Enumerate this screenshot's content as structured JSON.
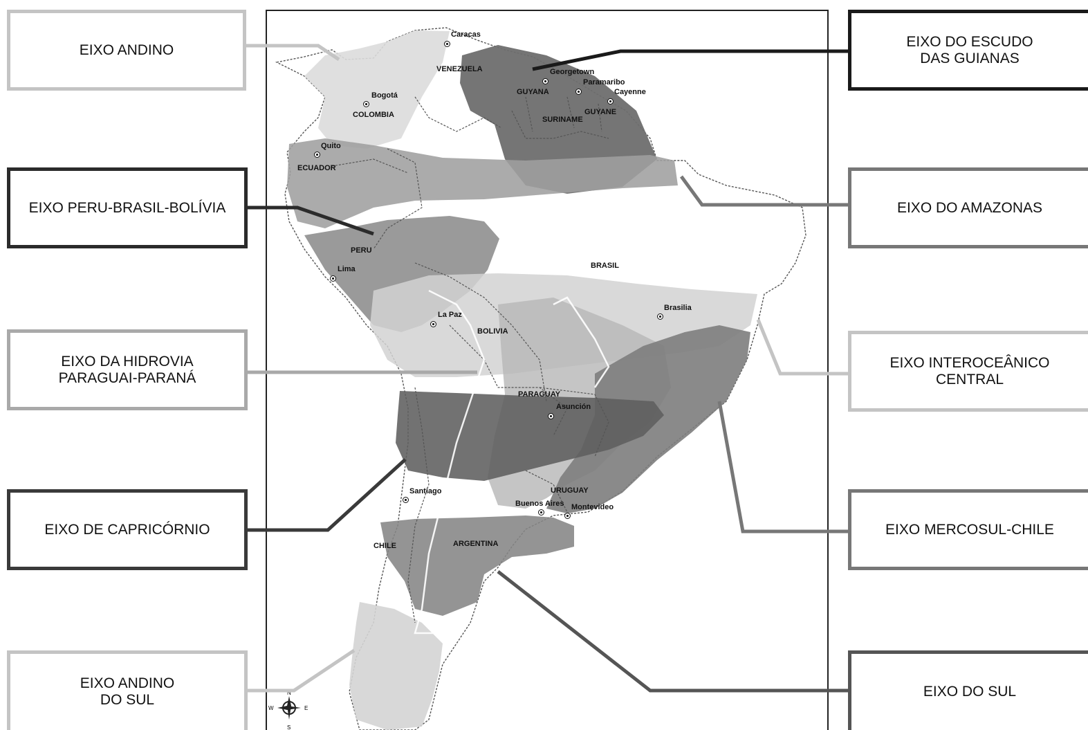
{
  "axes": {
    "andino": {
      "label": "EIXO ANDINO",
      "color": "#c4c4c4"
    },
    "peru_brasil_bolivia": {
      "label": "EIXO PERU-BRASIL-BOLÍVIA",
      "color": "#2b2b2b"
    },
    "hidrovia": {
      "label": "EIXO DA HIDROVIA\nPARAGUAI-PARANÁ",
      "color": "#a9a9a9"
    },
    "capricornio": {
      "label": "EIXO DE CAPRICÓRNIO",
      "color": "#3a3a3a"
    },
    "andino_sul": {
      "label": "EIXO ANDINO\nDO SUL",
      "color": "#c4c4c4"
    },
    "escudo_guianas": {
      "label": "EIXO DO ESCUDO\nDAS GUIANAS",
      "color": "#1a1a1a"
    },
    "amazonas": {
      "label": "EIXO DO AMAZONAS",
      "color": "#777777"
    },
    "interoceanico": {
      "label": "EIXO INTEROCEÂNICO\nCENTRAL",
      "color": "#c4c4c4"
    },
    "mercosul_chile": {
      "label": "EIXO MERCOSUL-CHILE",
      "color": "#777777"
    },
    "sul": {
      "label": "EIXO DO SUL",
      "color": "#555555"
    }
  },
  "countries": {
    "venezuela": "VENEZUELA",
    "colombia": "COLOMBIA",
    "ecuador": "ECUADOR",
    "peru": "PERU",
    "bolivia": "BOLIVIA",
    "brasil": "BRASIL",
    "paraguay": "PARAGUAY",
    "uruguay": "URUGUAY",
    "argentina": "ARGENTINA",
    "chile": "CHILE",
    "guyana": "GUYANA",
    "suriname": "SURINAME",
    "guyane": "GUYANE"
  },
  "cities": {
    "caracas": "Caracas",
    "bogota": "Bogotá",
    "quito": "Quito",
    "lima": "Lima",
    "la_paz": "La Paz",
    "brasilia": "Brasilia",
    "asuncion": "Asunción",
    "santiago": "Santiago",
    "buenos_aires": "Buenos Aires",
    "montevideo": "Montevideo",
    "georgetown": "Georgetown",
    "paramaribo": "Paramaribo",
    "cayenne": "Cayenne"
  },
  "compass": {
    "n": "N",
    "s": "S",
    "e": "E",
    "w": "W"
  }
}
